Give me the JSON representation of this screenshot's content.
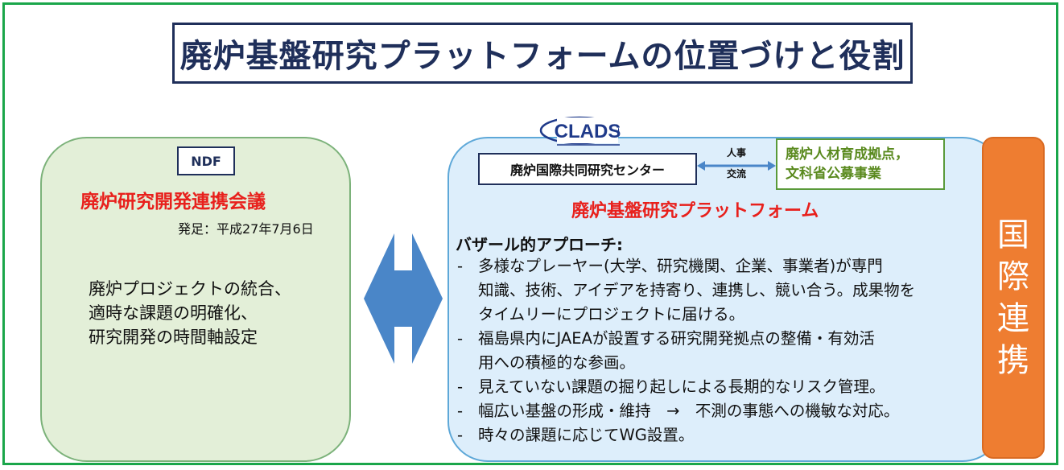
{
  "title": "廃炉基盤研究プラットフォームの位置づけと役割",
  "left": {
    "badge": "NDF",
    "council": "廃炉研究開発連携会議",
    "start_date": "発足：平成27年7月6日",
    "lines": [
      "廃炉プロジェクトの統合、",
      "適時な課題の明確化、",
      "研究開発の時間軸設定"
    ]
  },
  "right": {
    "logo": "CLADS",
    "center": "廃炉国際共同研究センター",
    "exchange": [
      "人事",
      "交流"
    ],
    "hr_lines": [
      "廃炉人材育成拠点，",
      "文科省公募事業"
    ],
    "platform": "廃炉基盤研究プラットフォーム",
    "approach": "バザール的アプローチ:",
    "bullets": [
      [
        "多様なプレーヤー(大学、研究機関、企業、事業者)が専門",
        "知識、技術、アイデアを持寄り、連携し、競い合う。成果物を",
        "タイムリーにプロジェクトに届ける。"
      ],
      [
        "福島県内にJAEAが設置する研究開発拠点の整備・有効活",
        "用への積極的な参画。"
      ],
      [
        "見えていない課題の掘り起しによる長期的なリスク管理。"
      ],
      [
        "幅広い基盤の形成・維持　→　不測の事態への機敏な対応。"
      ],
      [
        "時々の課題に応じてWG設置。"
      ]
    ]
  },
  "intl": [
    "国",
    "際",
    "連",
    "携"
  ],
  "colors": {
    "frame": "#1aa64a",
    "title": "#1f2f5a",
    "red": "#e8201c",
    "left_fill": "#e3efd8",
    "right_fill": "#ddeefb",
    "arrow": "#4a86c8",
    "orange": "#ee7d31",
    "hr_text": "#5a8a1f"
  }
}
